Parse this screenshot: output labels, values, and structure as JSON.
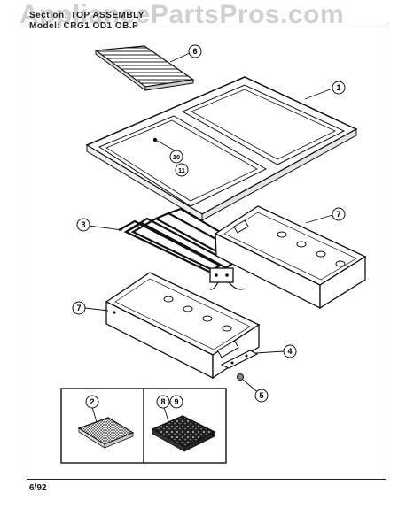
{
  "header": {
    "section_label": "Section: TOP ASSEMBLY",
    "model_label": "Model: CRG1 OD1 OB.P"
  },
  "watermark": "AppliancePartsPros.com",
  "footer": {
    "date": "6/92"
  },
  "callouts": {
    "c1": "1",
    "c2": "2",
    "c3": "3",
    "c4": "4",
    "c5": "5",
    "c6": "6",
    "c7a": "7",
    "c7b": "7",
    "c8": "8",
    "c9": "9",
    "c10": "10",
    "c11": "11"
  }
}
